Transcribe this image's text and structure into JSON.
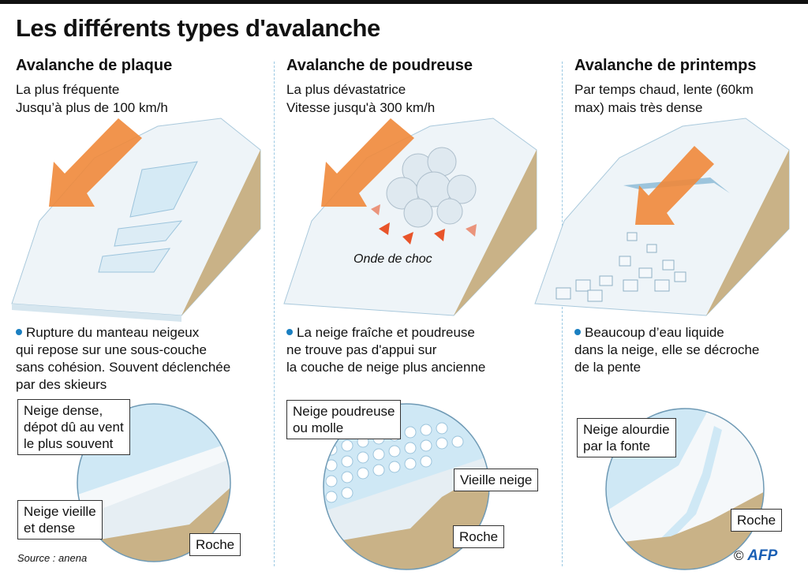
{
  "title": "Les différents types d'avalanche",
  "columns": [
    {
      "heading": "Avalanche de plaque",
      "subtitle": [
        "La plus fréquente",
        "Jusqu’à plus de 100 km/h"
      ],
      "bullet": "Rupture du manteau neigeux\nqui repose sur une sous-couche\nsans cohésion. Souvent déclenchée\npar des skieurs",
      "labels": [
        "Neige dense,\ndépot dû au vent\nle plus souvent",
        "Neige vieille\net dense",
        "Roche"
      ]
    },
    {
      "heading": "Avalanche de poudreuse",
      "subtitle": [
        "La plus dévastatrice",
        "Vitesse jusqu'à 300 km/h"
      ],
      "annotation": "Onde de choc",
      "bullet": "La neige fraîche et poudreuse\nne trouve pas d'appui sur\nla couche de neige plus ancienne",
      "labels": [
        "Neige poudreuse\nou molle",
        "Vieille neige",
        "Roche"
      ]
    },
    {
      "heading": "Avalanche de printemps",
      "subtitle": [
        "Par temps chaud, lente (60km",
        "max) mais très dense"
      ],
      "bullet": "Beaucoup d’eau liquide\ndans la neige, elle se décroche\nde la pente",
      "labels": [
        "Neige alourdie\npar la fonte",
        "Roche"
      ]
    }
  ],
  "source": "Source : anena",
  "credit": {
    "copyright": "©",
    "logo": "AFP"
  },
  "colors": {
    "arrow": "#f0883a",
    "snow": "#eef4f8",
    "ice": "#bfe2f2",
    "rock": "#c9b287",
    "bullet": "#1a7fc1"
  }
}
